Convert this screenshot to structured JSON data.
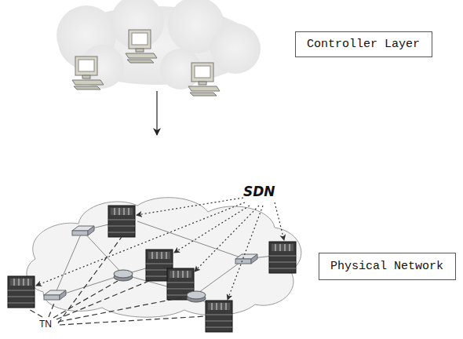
{
  "diagram": {
    "nodes": [
      {
        "text": [
          "Controller Layer"
        ]
      },
      {
        "text": [
          "Physical Network"
        ]
      }
    ],
    "labels": [
      "SDN",
      "TN"
    ]
  }
}
